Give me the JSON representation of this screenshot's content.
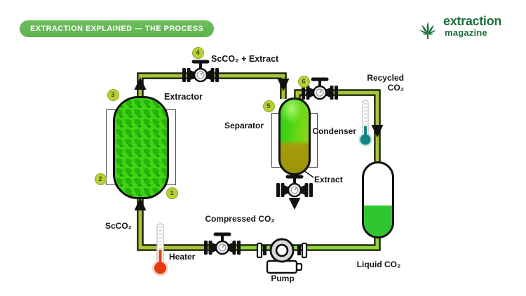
{
  "header": {
    "badge_label": "EXTRACTION EXPLAINED — THE PROCESS",
    "logo": {
      "name": "extraction",
      "subname": "magazine"
    }
  },
  "process": {
    "steps": {
      "s1": "1",
      "s2": "2",
      "s3": "3",
      "s4": "4",
      "s5": "5",
      "s6": "6"
    },
    "equipment": {
      "extractor": "Extractor",
      "separator": "Separator",
      "condenser": "Condenser",
      "heater": "Heater",
      "pump": "Pump"
    },
    "streams": {
      "scco2_extract": "ScCO₂ + Extract",
      "recycled_line1": "Recycled",
      "recycled_line2": "CO₂",
      "extract": "Extract",
      "liquid_co2": "Liquid CO₂",
      "compressed_co2": "Compressed CO₂",
      "scco2": "ScCO₂"
    }
  },
  "colors": {
    "badge_green": "#5cb24e",
    "logo_green": "#1e6f3d",
    "step_bg": "#bacf37",
    "step_text": "#33520a",
    "pipe_core": "#a6c43c",
    "pipe_core_bright": "#8dd63f",
    "pipe_edge": "#171a02",
    "vessel_outline": "#111111",
    "extractor_green": "#3fd411",
    "leaf_green": "#28b20b",
    "separator_top": "#3bd214",
    "extract_olive": "#9c9306",
    "liquid_green": "#2fc72f",
    "heater_red": "#e83a10",
    "condenser_teal": "#12877f"
  }
}
